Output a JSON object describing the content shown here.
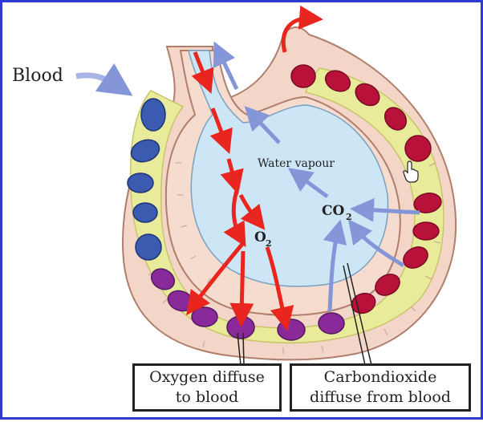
{
  "labels": {
    "blood": "Blood",
    "water_vapour": "Water vapour",
    "co2_main": "CO",
    "co2_sub": "2",
    "o2_main": "O",
    "o2_sub": "2"
  },
  "boxes": {
    "oxygen_line1": "Oxygen diffuse",
    "oxygen_line2": "to blood",
    "co2_line1": "Carbondioxide",
    "co2_line2": "diffuse from blood"
  },
  "colors": {
    "frame": "#2f3bd0",
    "air": "#cde6f6",
    "wall": "#f3d6c8",
    "wall_edge": "#b07f6c",
    "capillary": "#e8ec9a",
    "oxygen_arrow": "#e8251f",
    "co2_arrow": "#8496d8",
    "rbc_oxygenated": "#b8123a",
    "rbc_deoxygenated": "#3b5bb0",
    "rbc_transit": "#8a2a9a"
  },
  "icons": [
    "hand-cursor-icon"
  ]
}
